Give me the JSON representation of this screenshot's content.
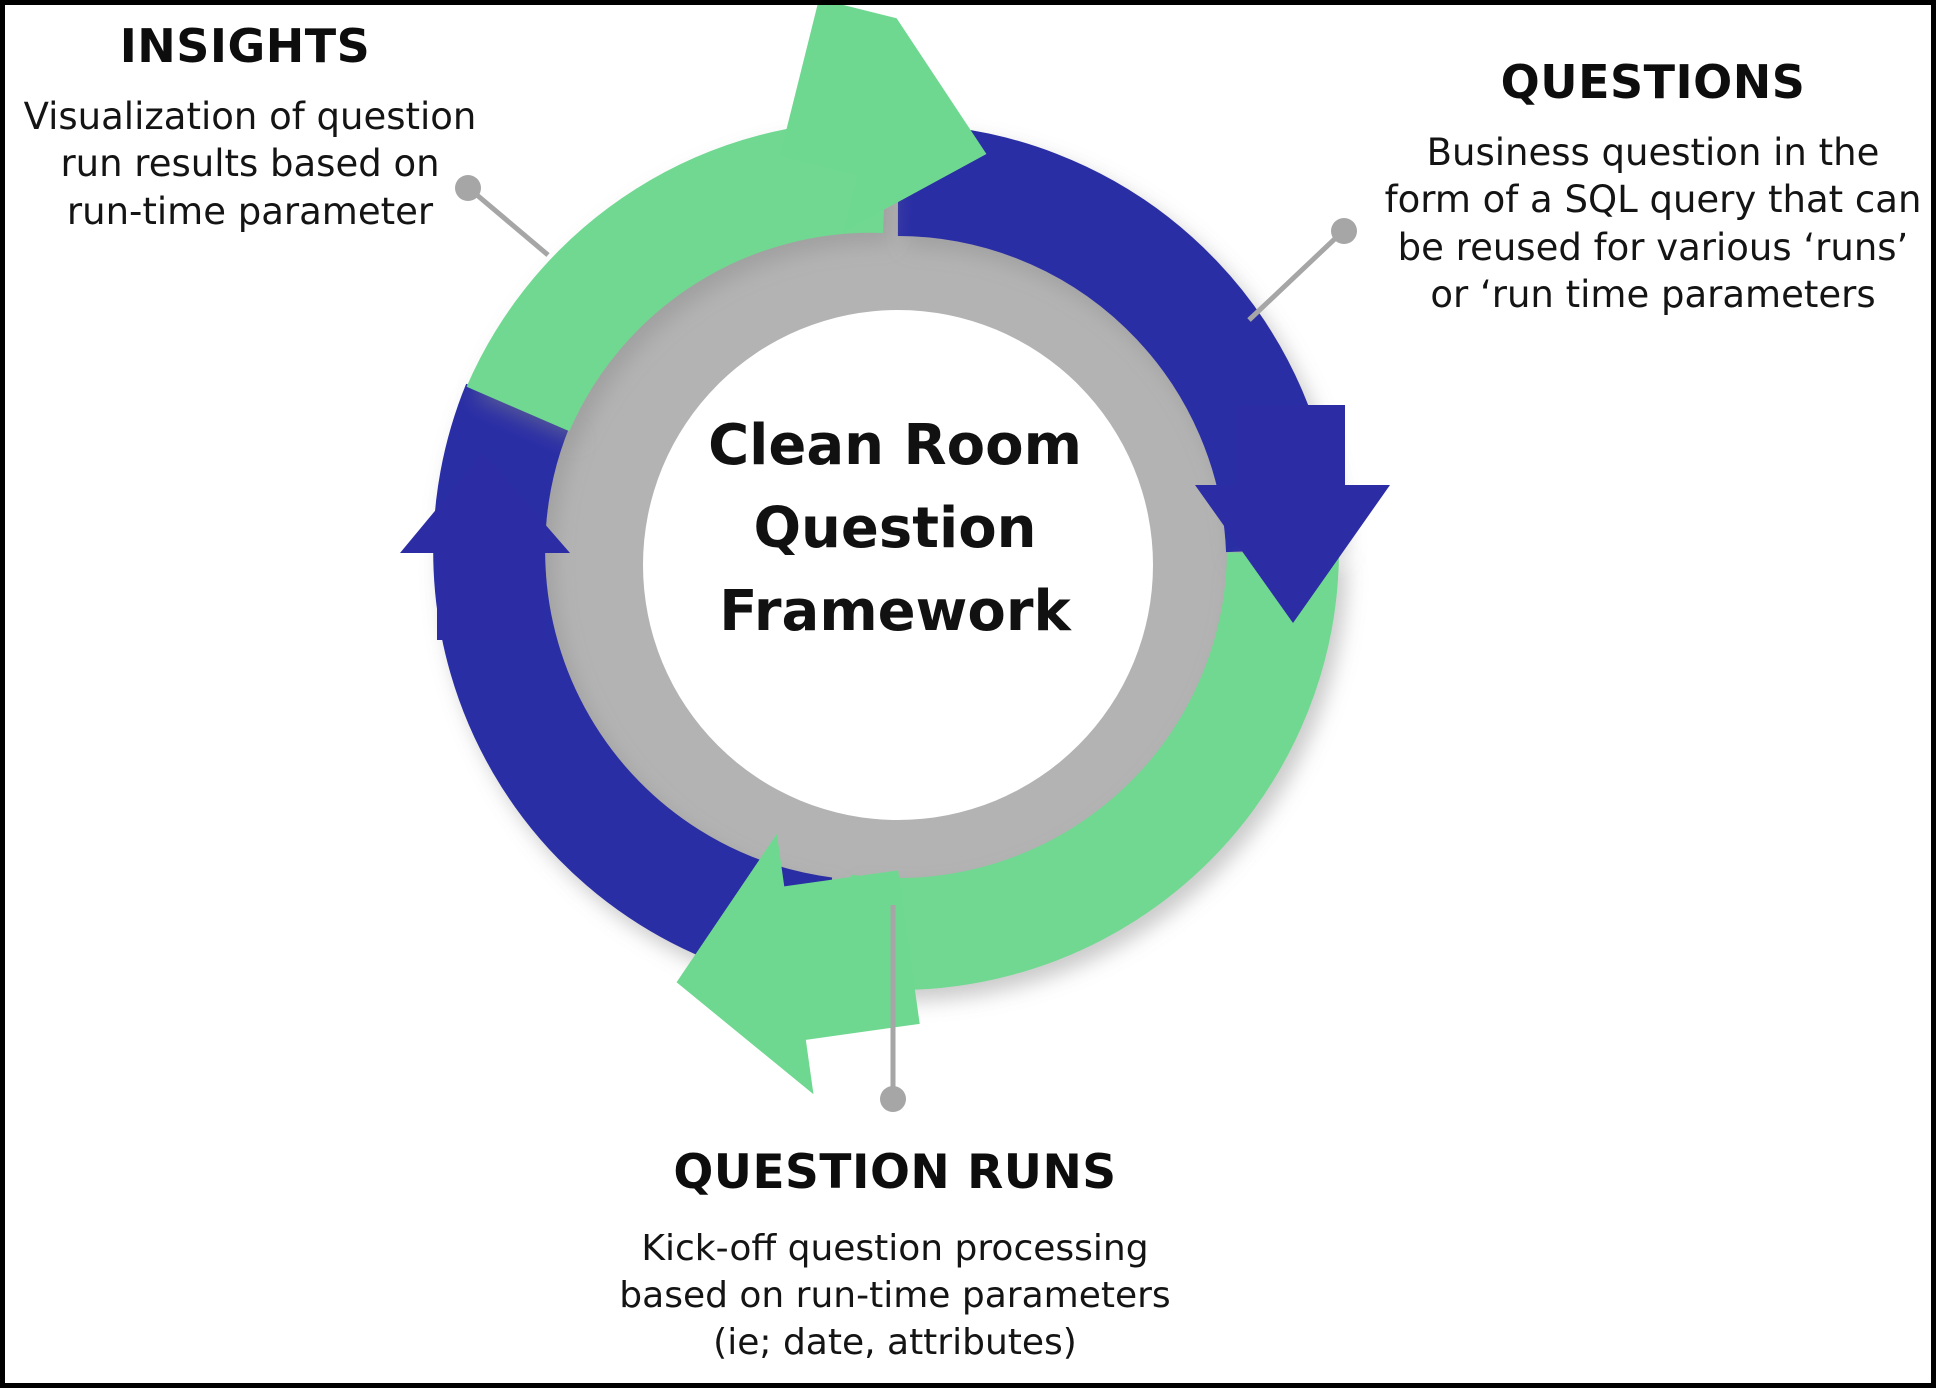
{
  "diagram": {
    "center_label": {
      "line1": "Clean Room",
      "line2": "Question",
      "line3": "Framework"
    },
    "colors": {
      "green": "#6FD890",
      "blue": "#2C2DA5",
      "gray_ring": "#B3B3B3",
      "leader_line": "#A6A6A6",
      "text": "#111111",
      "background": "#FFFFFF",
      "border": "#000000"
    },
    "callouts": [
      {
        "id": "insights",
        "title": "INSIGHTS",
        "body_lines": [
          "Visualization of question",
          "run results based on",
          "run-time parameter"
        ]
      },
      {
        "id": "questions",
        "title": "QUESTIONS",
        "body_lines": [
          "Business question in the",
          "form of a SQL query that can",
          "be reused for various ‘runs’",
          "or ‘run time parameters"
        ]
      },
      {
        "id": "question-runs",
        "title": "QUESTION RUNS",
        "body_lines": [
          "Kick-off question processing",
          "based on run-time parameters",
          "(ie; date, attributes)"
        ]
      }
    ],
    "arrows": [
      {
        "id": "top-green-arrowhead",
        "direction": "right",
        "color": "#6FD890"
      },
      {
        "id": "right-blue-arrowhead",
        "direction": "down",
        "color": "#2C2DA5"
      },
      {
        "id": "bottom-green-arrowhead",
        "direction": "left",
        "color": "#6FD890"
      },
      {
        "id": "left-blue-arrowhead",
        "direction": "up",
        "color": "#2C2DA5"
      }
    ]
  }
}
